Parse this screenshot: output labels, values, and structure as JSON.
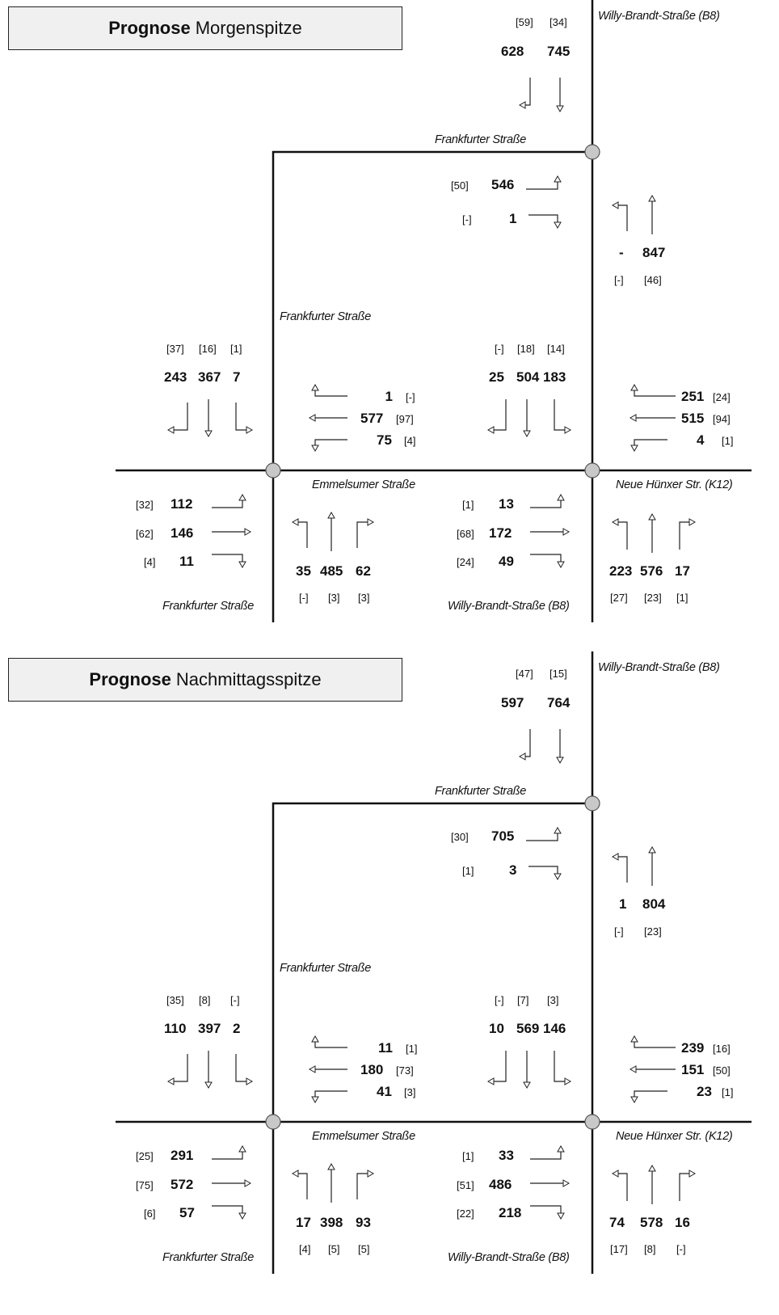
{
  "panels": [
    {
      "title_bold": "Prognose",
      "title_rest": "Morgenspitze",
      "labels": {
        "willy_top": "Willy-Brandt-Straße (B8)",
        "frankfurter_top": "Frankfurter Straße",
        "frankfurter_mid": "Frankfurter Straße",
        "emmelsumer": "Emmelsumer Straße",
        "neue_huenxer": "Neue Hünxer Str. (K12)",
        "frankfurter_bottom": "Frankfurter Straße",
        "willy_bottom": "Willy-Brandt-Straße (B8)"
      },
      "top_south": {
        "b1": "[59]",
        "b2": "[34]",
        "v1": "628",
        "v2": "745"
      },
      "upper_to_west": {
        "b": "[50]",
        "v": "546"
      },
      "upper_to_east": {
        "b": "[-]",
        "v": "1"
      },
      "east_north": {
        "v1": "-",
        "v2": "847",
        "b1": "[-]",
        "b2": "[46]"
      },
      "west_south": {
        "b1": "[37]",
        "b2": "[16]",
        "b3": "[1]",
        "v1": "243",
        "v2": "367",
        "v3": "7"
      },
      "inner_west": {
        "v1": "1",
        "b1": "[-]",
        "v2": "577",
        "b2": "[97]",
        "v3": "75",
        "b3": "[4]"
      },
      "inner_east_south": {
        "b1": "[-]",
        "b2": "[18]",
        "b3": "[14]",
        "v1": "25",
        "v2": "504",
        "v3": "183"
      },
      "east_west": {
        "v1": "251",
        "b1": "[24]",
        "v2": "515",
        "b2": "[94]",
        "v3": "4",
        "b3": "[1]"
      },
      "west_east": {
        "b1": "[32]",
        "v1": "112",
        "b2": "[62]",
        "v2": "146",
        "b3": "[4]",
        "v3": "11"
      },
      "mid_north_w": {
        "v1": "35",
        "v2": "485",
        "v3": "62",
        "b1": "[-]",
        "b2": "[3]",
        "b3": "[3]"
      },
      "mid_east": {
        "b1": "[1]",
        "v1": "13",
        "b2": "[68]",
        "v2": "172",
        "b3": "[24]",
        "v3": "49"
      },
      "east_north_b": {
        "v1": "223",
        "v2": "576",
        "v3": "17",
        "b1": "[27]",
        "b2": "[23]",
        "b3": "[1]"
      }
    },
    {
      "title_bold": "Prognose",
      "title_rest": "Nachmittagsspitze",
      "labels": {
        "willy_top": "Willy-Brandt-Straße (B8)",
        "frankfurter_top": "Frankfurter Straße",
        "frankfurter_mid": "Frankfurter Straße",
        "emmelsumer": "Emmelsumer Straße",
        "neue_huenxer": "Neue Hünxer Str. (K12)",
        "frankfurter_bottom": "Frankfurter Straße",
        "willy_bottom": "Willy-Brandt-Straße (B8)"
      },
      "top_south": {
        "b1": "[47]",
        "b2": "[15]",
        "v1": "597",
        "v2": "764"
      },
      "upper_to_west": {
        "b": "[30]",
        "v": "705"
      },
      "upper_to_east": {
        "b": "[1]",
        "v": "3"
      },
      "east_north": {
        "v1": "1",
        "v2": "804",
        "b1": "[-]",
        "b2": "[23]"
      },
      "west_south": {
        "b1": "[35]",
        "b2": "[8]",
        "b3": "[-]",
        "v1": "110",
        "v2": "397",
        "v3": "2"
      },
      "inner_west": {
        "v1": "11",
        "b1": "[1]",
        "v2": "180",
        "b2": "[73]",
        "v3": "41",
        "b3": "[3]"
      },
      "inner_east_south": {
        "b1": "[-]",
        "b2": "[7]",
        "b3": "[3]",
        "v1": "10",
        "v2": "569",
        "v3": "146"
      },
      "east_west": {
        "v1": "239",
        "b1": "[16]",
        "v2": "151",
        "b2": "[50]",
        "v3": "23",
        "b3": "[1]"
      },
      "west_east": {
        "b1": "[25]",
        "v1": "291",
        "b2": "[75]",
        "v2": "572",
        "b3": "[6]",
        "v3": "57"
      },
      "mid_north_w": {
        "v1": "17",
        "v2": "398",
        "v3": "93",
        "b1": "[4]",
        "b2": "[5]",
        "b3": "[5]"
      },
      "mid_east": {
        "b1": "[1]",
        "v1": "33",
        "b2": "[51]",
        "v2": "486",
        "b3": "[22]",
        "v3": "218"
      },
      "east_north_b": {
        "v1": "74",
        "v2": "578",
        "v3": "16",
        "b1": "[17]",
        "b2": "[8]",
        "b3": "[-]"
      }
    }
  ]
}
